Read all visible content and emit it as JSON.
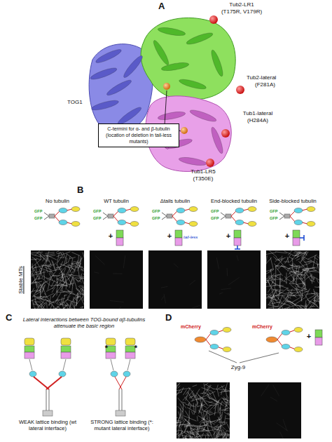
{
  "diagram": {
    "nodes": [
      {
        "text": [
          "C-termini for α- and β-tubulin (location of deletion in tail-less mutants)"
        ]
      }
    ],
    "labels": [
      "A",
      "Tub2-LR1",
      "(T175R, V179R)",
      "Tub2-lateral",
      "(F281A)",
      "TOG1",
      "Tub1-lateral",
      "(H284A)",
      "Tub1-LR5",
      "(T350E)",
      "B",
      "No tubulin",
      "WT tubulin",
      "Δtails tubulin",
      "End-blocked tubulin",
      "Side-blocked tubulin",
      "GFP",
      "GFP",
      "GFP",
      "GFP",
      "GFP",
      "GFP",
      "GFP",
      "GFP",
      "GFP",
      "GFP",
      "+",
      "+",
      "+",
      "+",
      "tail-less",
      "Stable MTs",
      "C",
      "Lateral interactions between TOG-bound αβ-tubulins attenuate the basic region",
      "*",
      "*",
      "WEAK lattice binding (wt lateral interface)",
      "STRONG lattice binding (*: mutant lateral interface)",
      "D",
      "mCherry",
      "mCherry",
      "Zyg-9",
      "+"
    ]
  }
}
